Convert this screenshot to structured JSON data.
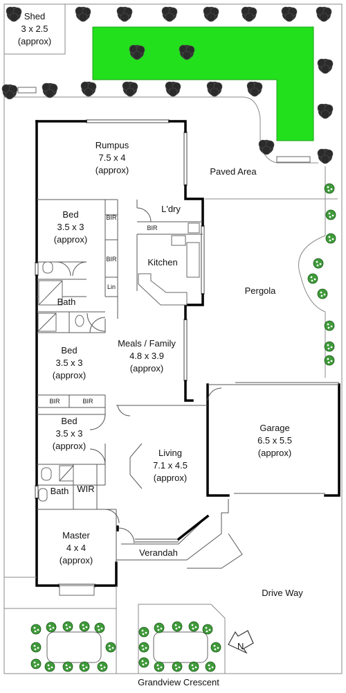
{
  "plan": {
    "street": "Grandview Crescent",
    "north": "N",
    "rooms": {
      "shed": {
        "name": "Shed",
        "size": "3 x 2.5",
        "note": "(approx)"
      },
      "rumpus": {
        "name": "Rumpus",
        "size": "7.5 x 4",
        "note": "(approx)"
      },
      "paved": {
        "name": "Paved Area"
      },
      "laundry": {
        "name": "L'dry"
      },
      "bed1": {
        "name": "Bed",
        "size": "3.5 x 3",
        "note": "(approx)"
      },
      "kitchen": {
        "name": "Kitchen"
      },
      "pergola": {
        "name": "Pergola"
      },
      "bath1": {
        "name": "Bath"
      },
      "bed2": {
        "name": "Bed",
        "size": "3.5 x 3",
        "note": "(approx)"
      },
      "meals": {
        "name": "Meals / Family",
        "size": "4.8 x 3.9",
        "note": "(approx)"
      },
      "bed3": {
        "name": "Bed",
        "size": "3.5 x 3",
        "note": "(approx)"
      },
      "garage": {
        "name": "Garage",
        "size": "6.5 x 5.5",
        "note": "(approx)"
      },
      "living": {
        "name": "Living",
        "size": "7.1 x 4.5",
        "note": "(approx)"
      },
      "bath2": {
        "name": "Bath"
      },
      "wir": {
        "name": "WIR"
      },
      "master": {
        "name": "Master",
        "size": "4 x 4",
        "note": "(approx)"
      },
      "verandah": {
        "name": "Verandah"
      },
      "driveway": {
        "name": "Drive Way"
      }
    },
    "storage": {
      "bir": "BIR",
      "lin": "Lin"
    },
    "colors": {
      "lawn": "#22e01c",
      "tree": "#2b2b2b",
      "shrub": "#3f9a3a",
      "flower": "#ffffff",
      "wall": "#000000",
      "boundary": "#888888"
    }
  }
}
